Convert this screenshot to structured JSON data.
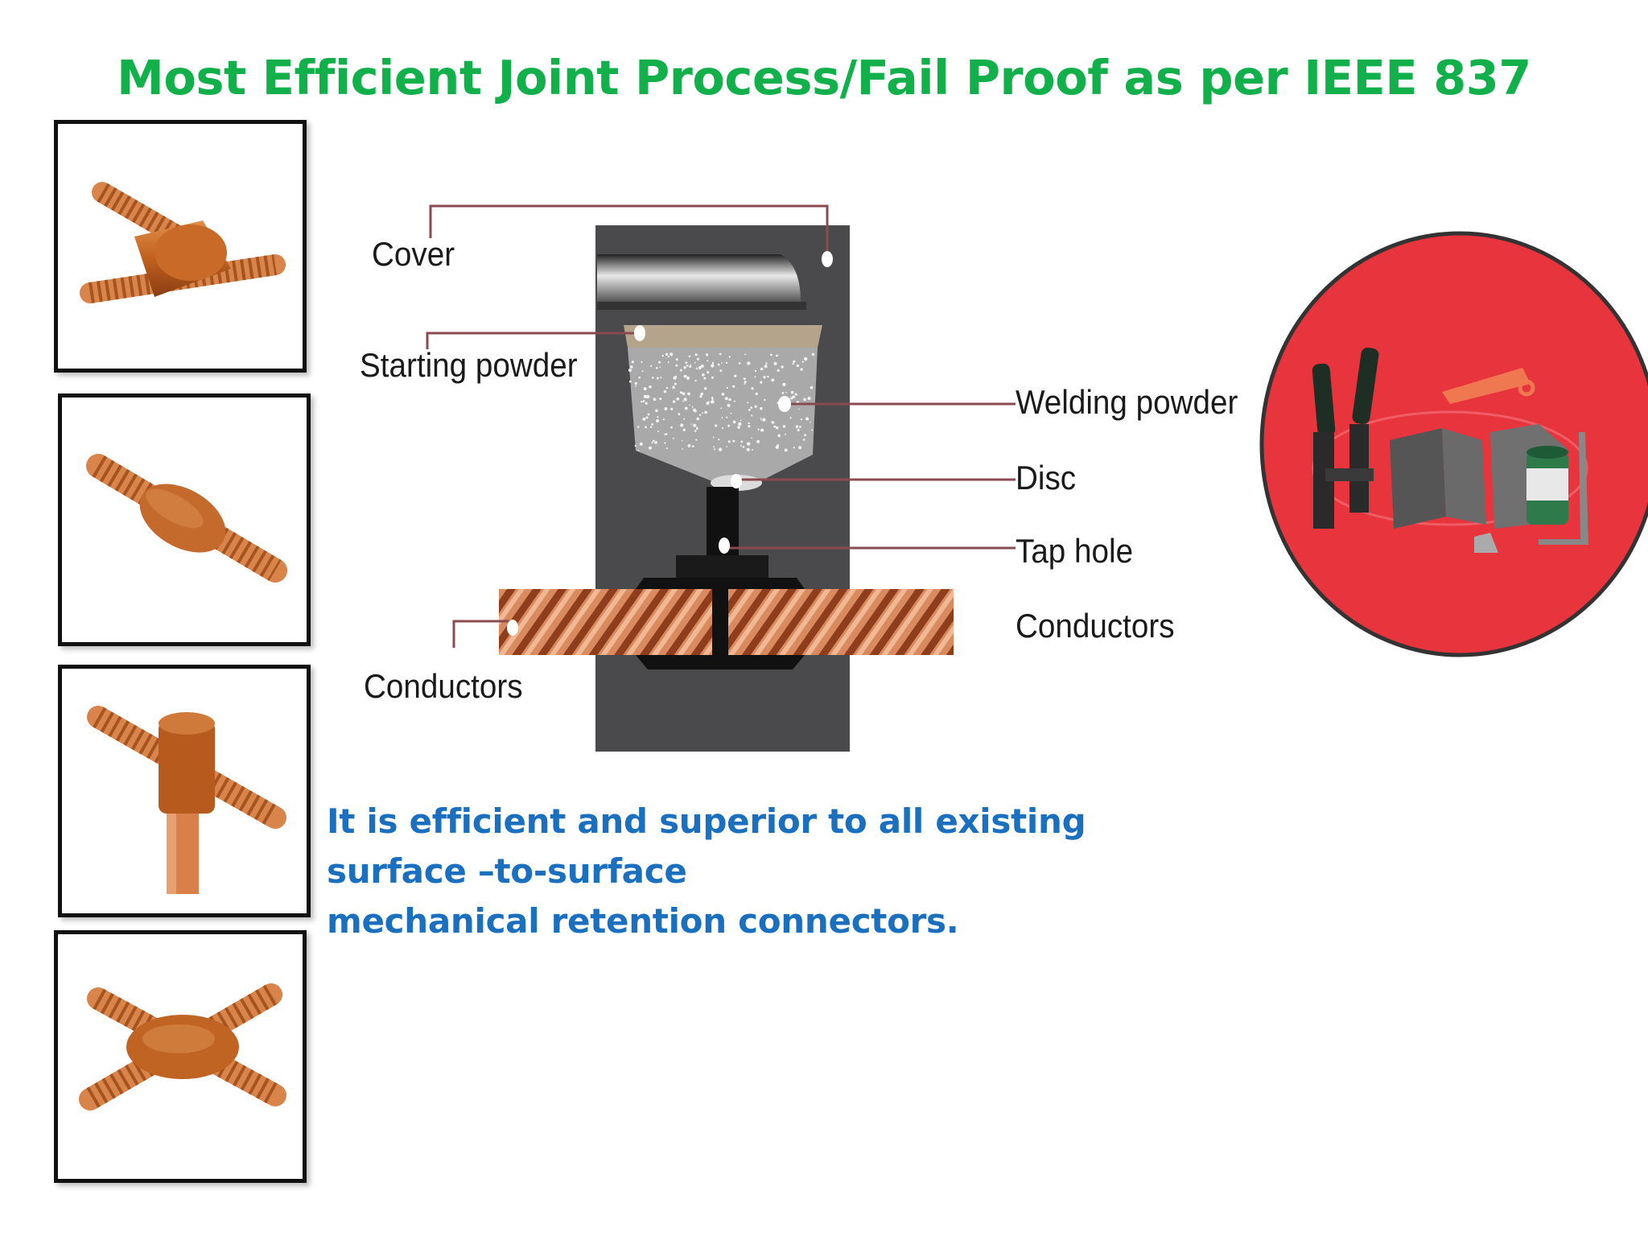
{
  "title": "Most Efficient Joint Process/Fail Proof as per IEEE 837",
  "labels": {
    "cover": "Cover",
    "starting_powder": "Starting  powder",
    "conductors_left": "Conductors",
    "welding_powder": "Welding  powder",
    "disc": "Disc",
    "tap_hole": "Tap  hole",
    "conductors_right": "Conductors"
  },
  "description": {
    "line1": "It is efficient and superior to all existing",
    "line2": "surface –to-surface",
    "line3": "mechanical retention connectors."
  },
  "thumbnails": [
    {
      "name": "tee-joint"
    },
    {
      "name": "straight-splice-joint"
    },
    {
      "name": "cable-to-rod-joint"
    },
    {
      "name": "cross-joint"
    }
  ],
  "colors": {
    "title": "#12b04a",
    "description": "#1a6fbf",
    "copper": "#c96a28",
    "mold": "#4a4a4c",
    "kit_background": "#e8343c",
    "leader_line": "#8a4a50"
  }
}
